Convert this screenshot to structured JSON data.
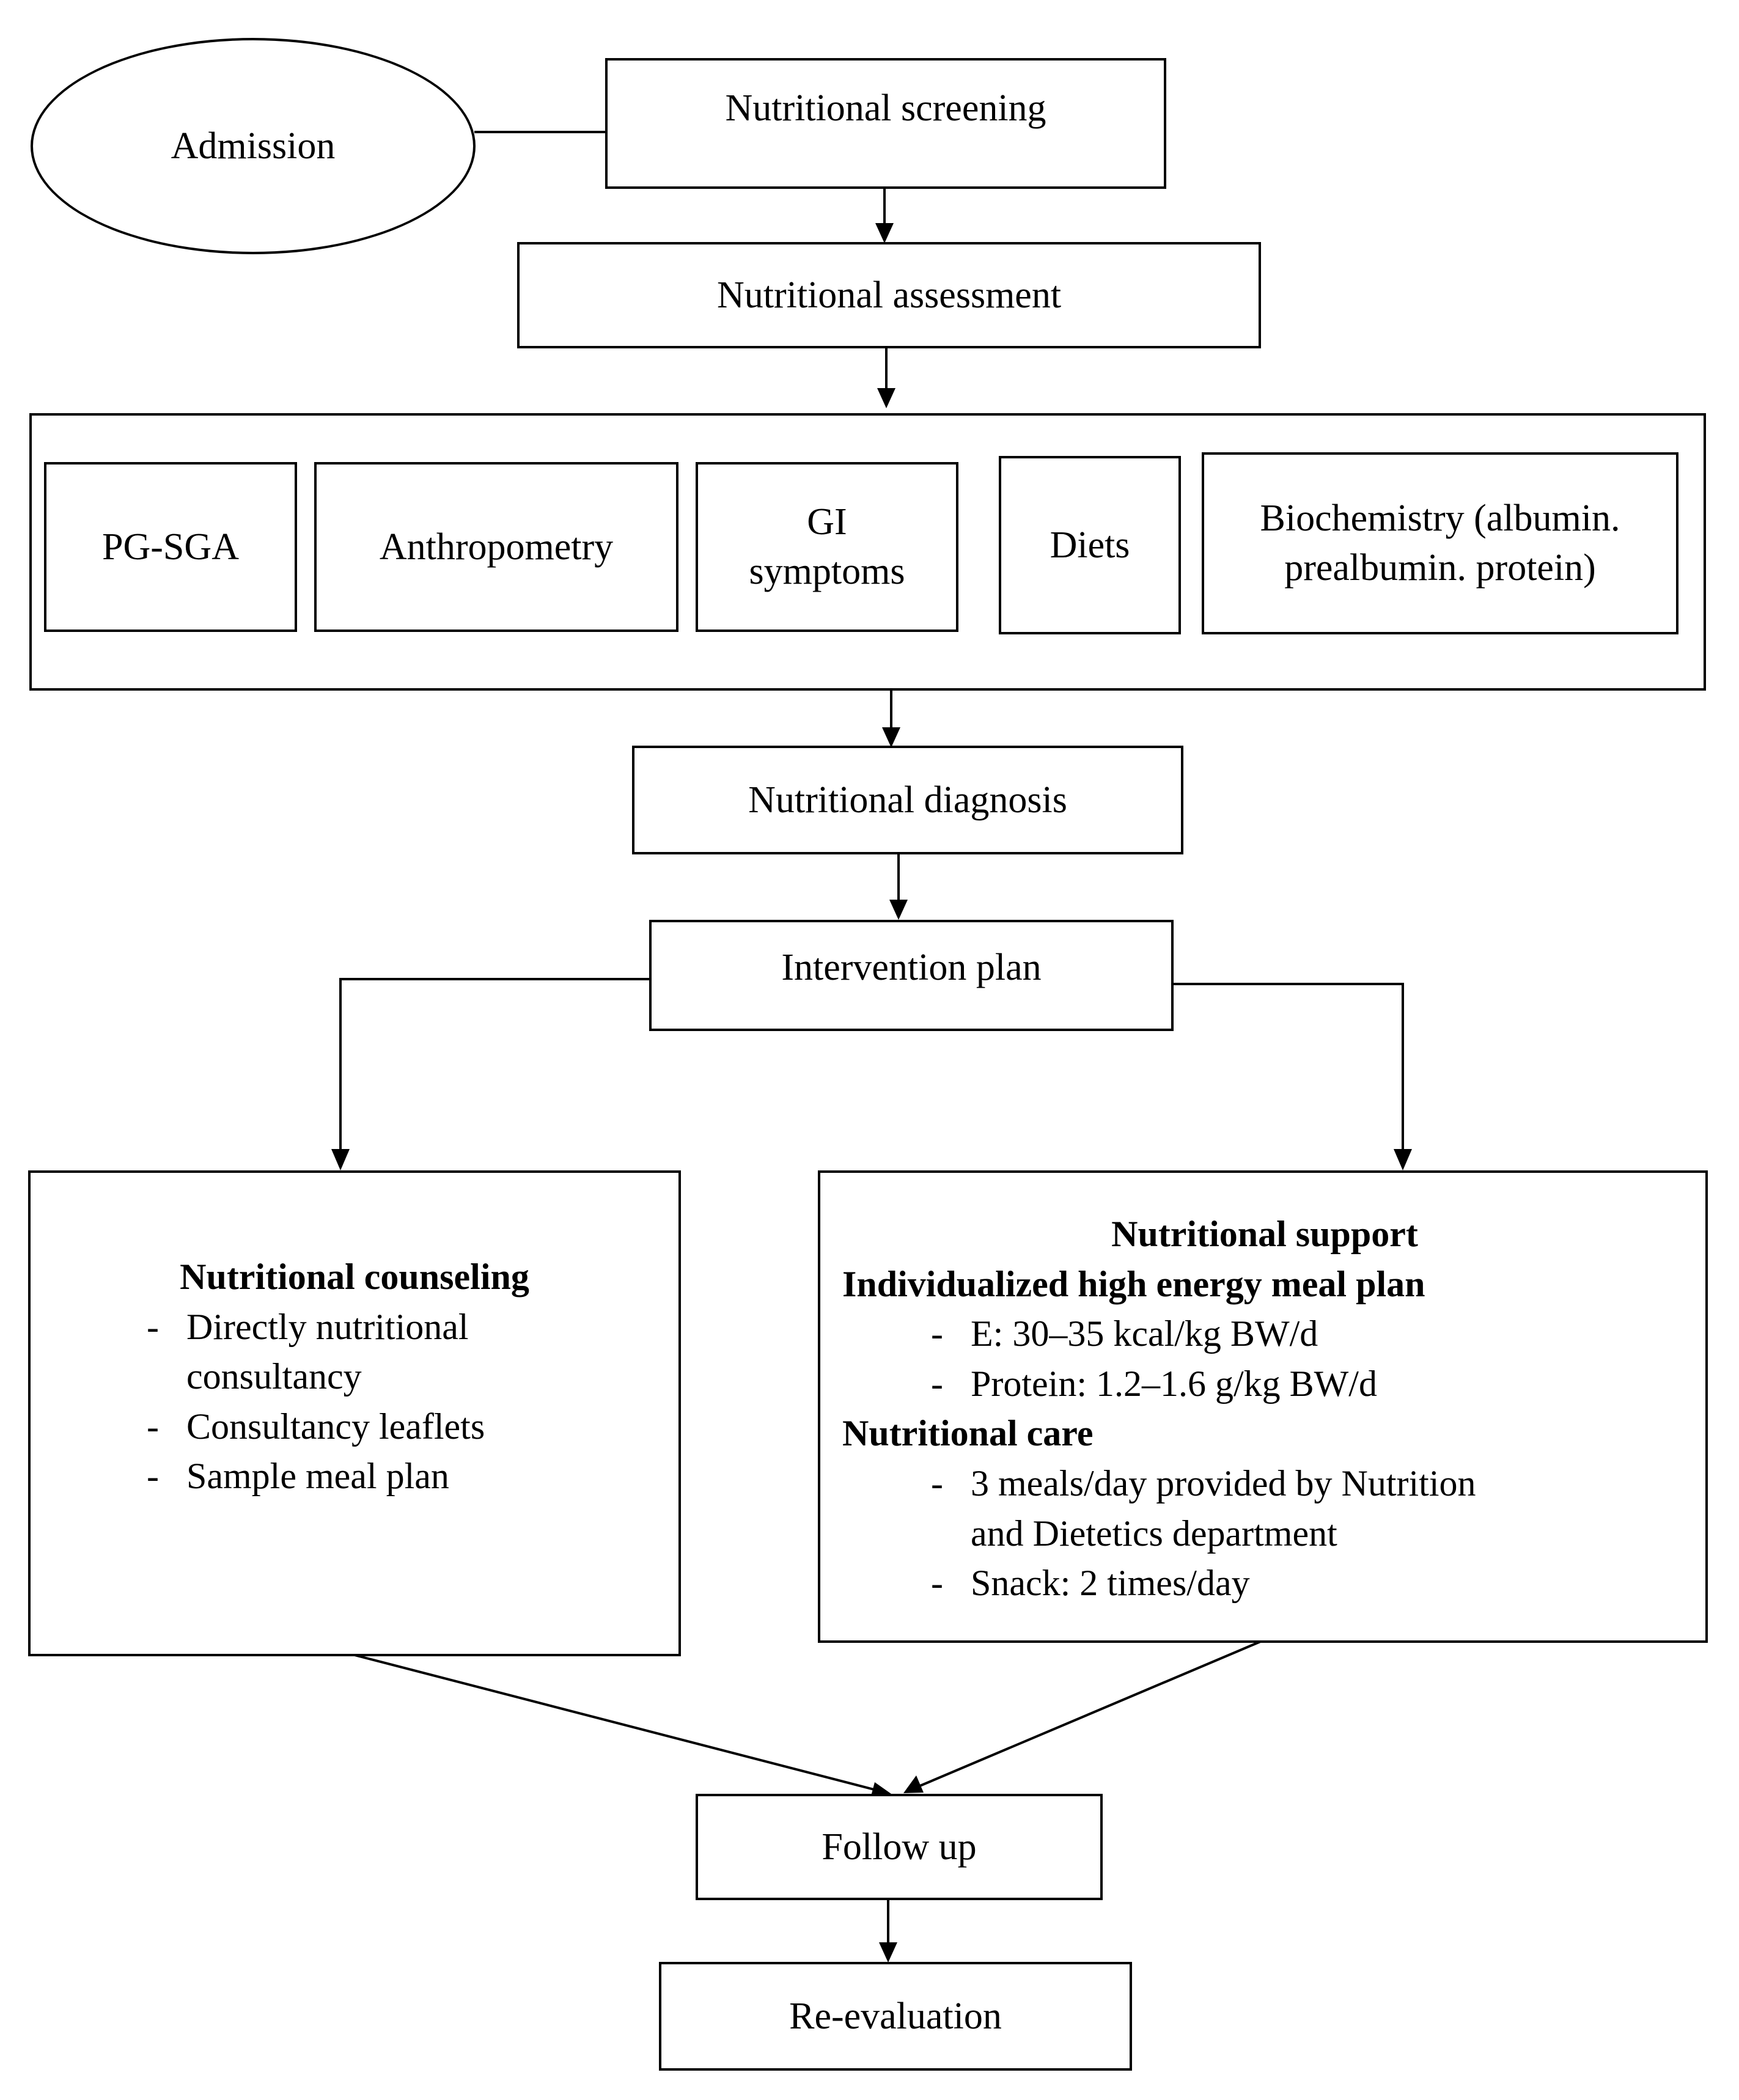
{
  "nodes": {
    "admission": "Admission",
    "screening": "Nutritional screening",
    "assessment": "Nutritional assessment",
    "assessment_items": {
      "pgsga": "PG-SGA",
      "anthropometry": "Anthropometry",
      "gi_line1": "GI",
      "gi_line2": "symptoms",
      "diets": "Diets",
      "biochem_line1": "Biochemistry (albumin.",
      "biochem_line2": "prealbumin. protein)"
    },
    "diagnosis": "Nutritional diagnosis",
    "intervention": "Intervention plan",
    "counseling": {
      "title": "Nutritional counseling",
      "items": [
        {
          "marker": "-",
          "text_line1": "Directly nutritional",
          "text_line2": "consultancy"
        },
        {
          "marker": "-",
          "text": "Consultancy leaflets"
        },
        {
          "marker": "-",
          "text": "Sample meal plan"
        }
      ]
    },
    "support": {
      "title": "Nutritional support",
      "meal_plan_heading": "Individualized high energy meal plan",
      "meal_plan_items": [
        {
          "marker": "-",
          "text": "E: 30–35 kcal/kg BW/d"
        },
        {
          "marker": "-",
          "text": "Protein: 1.2–1.6 g/kg BW/d"
        }
      ],
      "care_heading": "Nutritional care",
      "care_items": [
        {
          "marker": "-",
          "text_line1": "3 meals/day provided by Nutrition",
          "text_line2": "and Dietetics department"
        },
        {
          "marker": "-",
          "text": "Snack: 2 times/day"
        }
      ]
    },
    "follow_up": "Follow up",
    "reevaluation": "Re-evaluation"
  },
  "colors": {
    "stroke": "#000000",
    "background": "#ffffff"
  }
}
